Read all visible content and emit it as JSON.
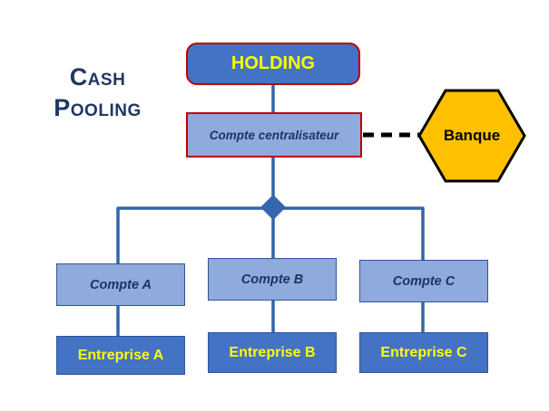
{
  "title": {
    "line1": "Cash",
    "line2": "Pooling"
  },
  "nodes": {
    "holding": {
      "label": "HOLDING"
    },
    "central": {
      "label": "Compte centralisateur"
    },
    "banque": {
      "label": "Banque"
    },
    "compte_a": {
      "label": "Compte A"
    },
    "compte_b": {
      "label": "Compte B"
    },
    "compte_c": {
      "label": "Compte C"
    },
    "entreprise_a": {
      "label": "Entreprise A"
    },
    "entreprise_b": {
      "label": "Entreprise B"
    },
    "entreprise_c": {
      "label": "Entreprise C"
    }
  },
  "colors": {
    "node_blue": "#4472C4",
    "light_blue": "#8FAADC",
    "connector_blue": "#3465A8",
    "red_border": "#C00000",
    "yellow_text": "#FFFF00",
    "hexagon_fill": "#FFC000",
    "navy_text": "#1F3864"
  }
}
